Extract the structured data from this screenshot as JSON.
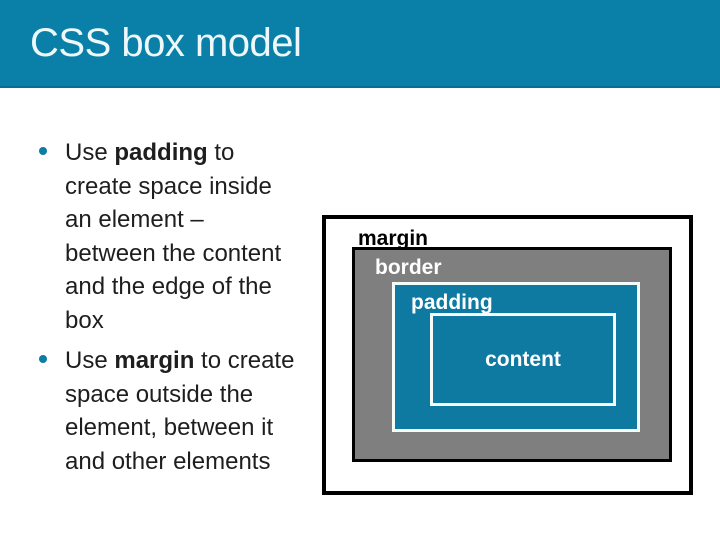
{
  "header": {
    "title": "CSS box model"
  },
  "bullets": [
    {
      "lines": [
        "Use **padding** to",
        "create space inside",
        "an element –",
        "between the content",
        "and the edge of the",
        "box"
      ]
    },
    {
      "lines": [
        "Use **margin** to create",
        "space outside the",
        "element, between it",
        "and other elements"
      ]
    }
  ],
  "diagram": {
    "margin_label": "margin",
    "border_label": "border",
    "padding_label": "padding",
    "content_label": "content"
  },
  "colors": {
    "header_bg": "#0a80a8",
    "header_edge": "#086f92",
    "accent": "#0d7ca6",
    "diagram_teal": "#0e7aa1",
    "box_gray": "#7f7f7f",
    "title_text": "#eef8fb",
    "body_text": "#1e1e1e"
  }
}
